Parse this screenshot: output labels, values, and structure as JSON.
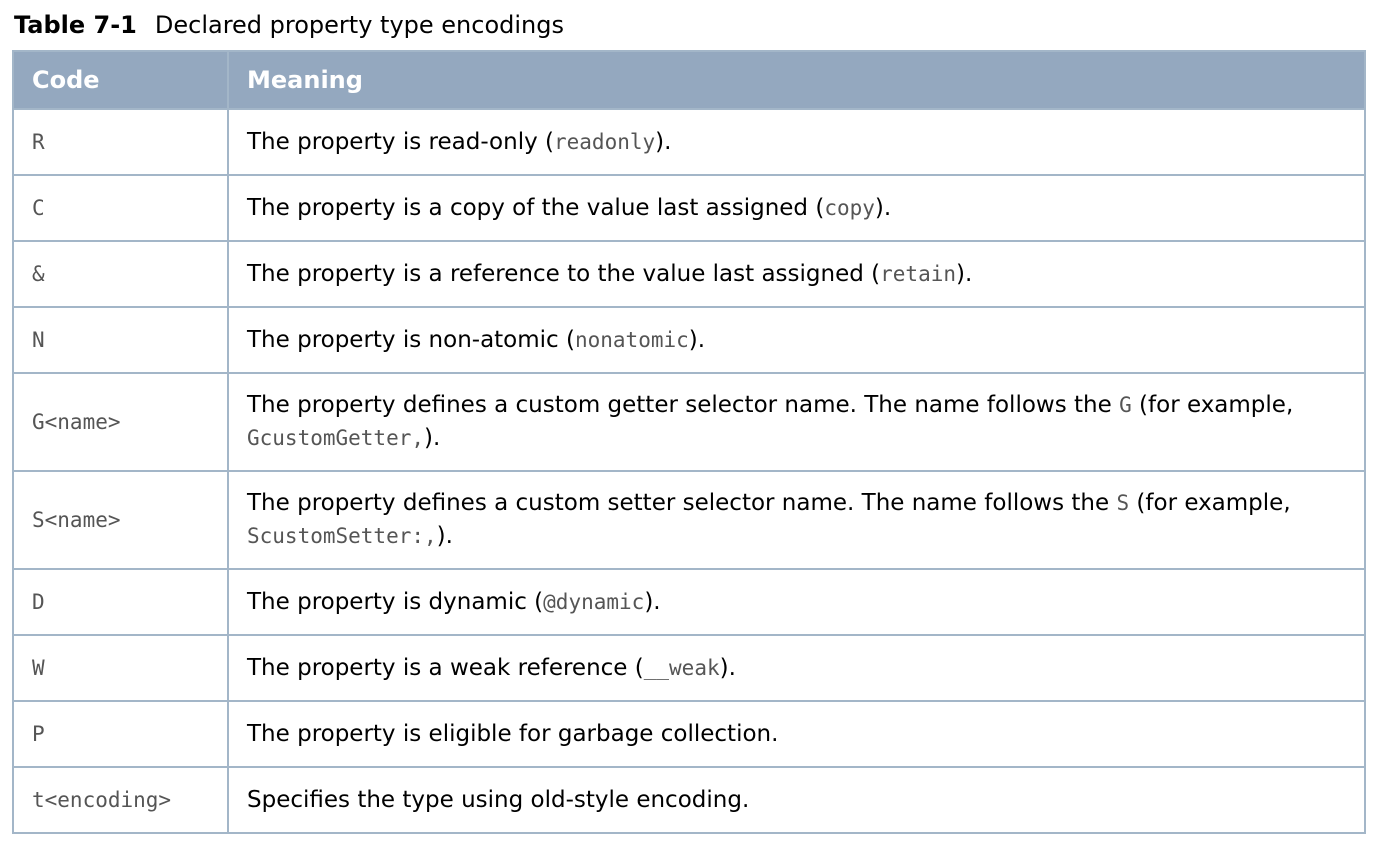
{
  "caption": {
    "label": "Table 7-1",
    "title": "Declared property type encodings"
  },
  "table": {
    "headers": [
      "Code",
      "Meaning"
    ],
    "rows": [
      {
        "code": "R",
        "meaning_before": "The property is read-only (",
        "meaning_code": "readonly",
        "meaning_after": ")."
      },
      {
        "code": "C",
        "meaning_before": "The property is a copy of the value last assigned (",
        "meaning_code": "copy",
        "meaning_after": ")."
      },
      {
        "code": "&",
        "meaning_before": "The property is a reference to the value last assigned (",
        "meaning_code": "retain",
        "meaning_after": ")."
      },
      {
        "code": "N",
        "meaning_before": "The property is non-atomic (",
        "meaning_code": "nonatomic",
        "meaning_after": ")."
      },
      {
        "code": "G<name>",
        "meaning_before": "The property defines a custom getter selector name. The name follows the ",
        "meaning_code": "G",
        "meaning_middle": " (for example, ",
        "meaning_code2": "GcustomGetter,",
        "meaning_after": ")."
      },
      {
        "code": "S<name>",
        "meaning_before": "The property defines a custom setter selector name. The name follows the ",
        "meaning_code": "S",
        "meaning_middle": " (for example, ",
        "meaning_code2": "ScustomSetter:,",
        "meaning_after": ")."
      },
      {
        "code": "D",
        "meaning_before": "The property is dynamic (",
        "meaning_code": "@dynamic",
        "meaning_after": ")."
      },
      {
        "code": "W",
        "meaning_before": "The property is a weak reference (",
        "meaning_code": "__weak",
        "meaning_after": ")."
      },
      {
        "code": "P",
        "meaning_before": "The property is eligible for garbage collection.",
        "meaning_code": "",
        "meaning_after": ""
      },
      {
        "code": "t<encoding>",
        "meaning_before": "Specifies the type using old-style encoding.",
        "meaning_code": "",
        "meaning_after": ""
      }
    ]
  }
}
